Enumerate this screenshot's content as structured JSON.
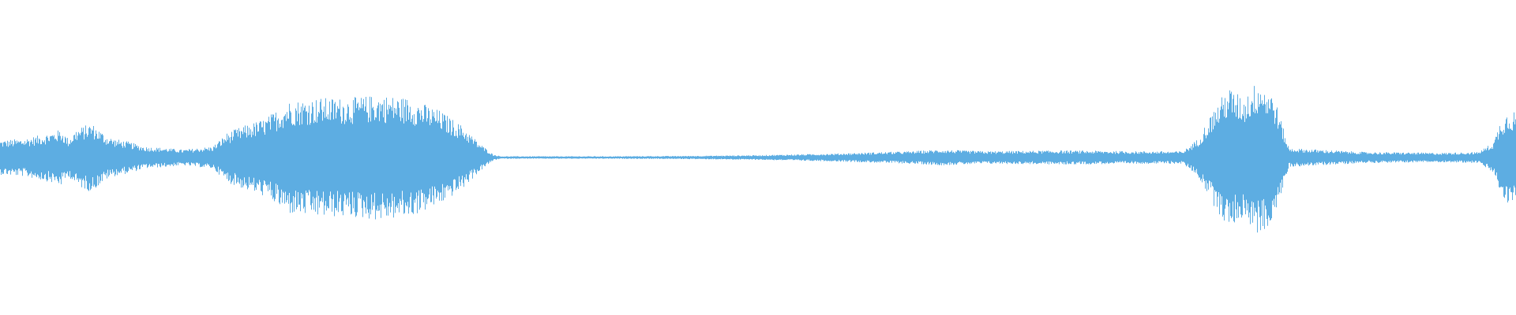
{
  "waveform": {
    "color": "#5dade2",
    "background": "#ffffff",
    "envelope": [
      [
        0.0,
        0.11
      ],
      [
        0.015,
        0.12
      ],
      [
        0.03,
        0.15
      ],
      [
        0.04,
        0.18
      ],
      [
        0.045,
        0.12
      ],
      [
        0.05,
        0.18
      ],
      [
        0.06,
        0.22
      ],
      [
        0.07,
        0.14
      ],
      [
        0.075,
        0.12
      ],
      [
        0.085,
        0.1
      ],
      [
        0.095,
        0.07
      ],
      [
        0.11,
        0.06
      ],
      [
        0.12,
        0.05
      ],
      [
        0.13,
        0.06
      ],
      [
        0.14,
        0.07
      ],
      [
        0.15,
        0.16
      ],
      [
        0.16,
        0.2
      ],
      [
        0.175,
        0.25
      ],
      [
        0.19,
        0.36
      ],
      [
        0.21,
        0.38
      ],
      [
        0.23,
        0.38
      ],
      [
        0.25,
        0.4
      ],
      [
        0.27,
        0.38
      ],
      [
        0.29,
        0.3
      ],
      [
        0.305,
        0.2
      ],
      [
        0.315,
        0.1
      ],
      [
        0.325,
        0.02
      ],
      [
        0.33,
        0.008
      ],
      [
        0.4,
        0.008
      ],
      [
        0.45,
        0.01
      ],
      [
        0.5,
        0.015
      ],
      [
        0.55,
        0.025
      ],
      [
        0.6,
        0.04
      ],
      [
        0.62,
        0.05
      ],
      [
        0.65,
        0.04
      ],
      [
        0.7,
        0.045
      ],
      [
        0.75,
        0.04
      ],
      [
        0.78,
        0.04
      ],
      [
        0.79,
        0.12
      ],
      [
        0.8,
        0.3
      ],
      [
        0.81,
        0.45
      ],
      [
        0.82,
        0.38
      ],
      [
        0.83,
        0.5
      ],
      [
        0.84,
        0.4
      ],
      [
        0.85,
        0.06
      ],
      [
        0.9,
        0.035
      ],
      [
        0.95,
        0.03
      ],
      [
        0.975,
        0.035
      ],
      [
        0.985,
        0.1
      ],
      [
        0.99,
        0.25
      ],
      [
        0.995,
        0.3
      ],
      [
        1.0,
        0.3
      ]
    ]
  }
}
